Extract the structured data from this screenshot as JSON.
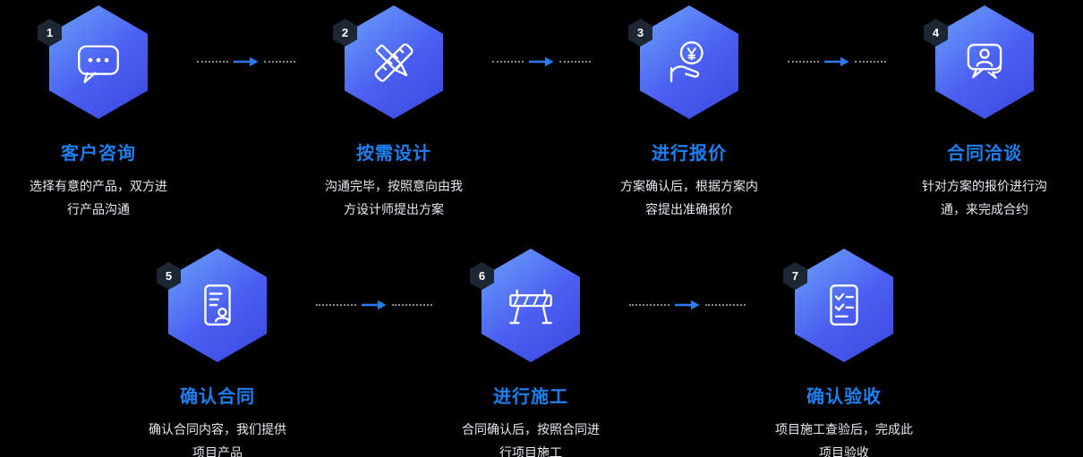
{
  "colors": {
    "background": "#000000",
    "title_blue": "#1e80f0",
    "hex_gradient_start": "#6ba4f8",
    "hex_gradient_end": "#3a48df",
    "badge_background": "#1d2734",
    "description_text": "#e6e9ef",
    "connector_dots": "#868c96",
    "arrow_blue": "#2b7cf2"
  },
  "steps": [
    {
      "number": "1",
      "title": "客户咨询",
      "description": "选择有意的产品，双方进\n行产品沟通",
      "icon": "chat-bubble-icon"
    },
    {
      "number": "2",
      "title": "按需设计",
      "description": "沟通完毕，按照意向由我\n方设计师提出方案",
      "icon": "pencil-ruler-icon"
    },
    {
      "number": "3",
      "title": "进行报价",
      "description": "方案确认后，根据方案内\n容提出准确报价",
      "icon": "yen-coin-hand-icon"
    },
    {
      "number": "4",
      "title": "合同洽谈",
      "description": "针对方案的报价进行沟\n通，来完成合约",
      "icon": "person-speech-bubble-icon"
    },
    {
      "number": "5",
      "title": "确认合同",
      "description": "确认合同内容，我们提供\n项目产品",
      "icon": "contract-document-icon"
    },
    {
      "number": "6",
      "title": "进行施工",
      "description": "合同确认后，按照合同进\n行项目施工",
      "icon": "construction-barrier-icon"
    },
    {
      "number": "7",
      "title": "确认验收",
      "description": "项目施工查验后，完成此\n项目验收",
      "icon": "checklist-document-icon"
    }
  ]
}
